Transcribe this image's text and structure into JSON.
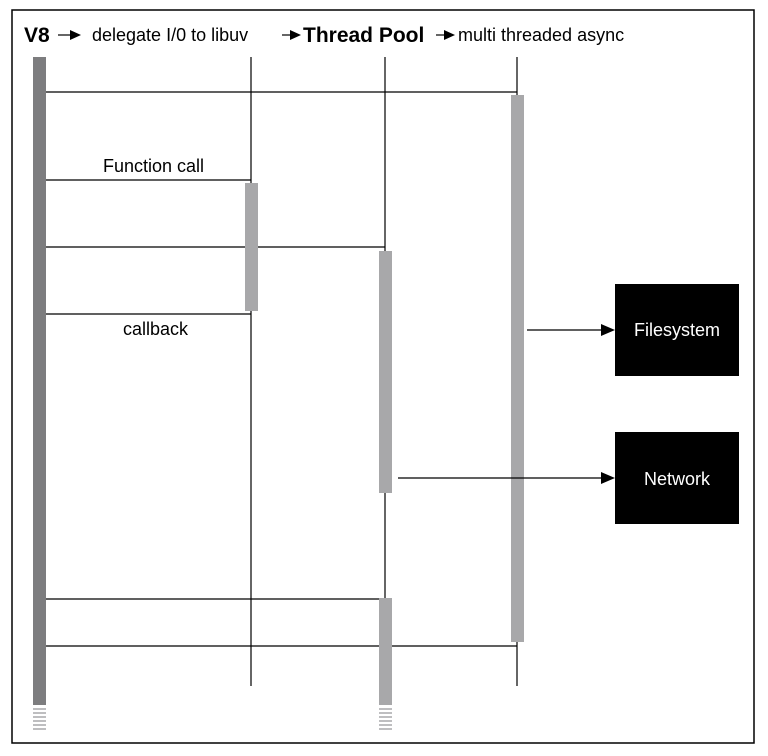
{
  "header": {
    "v8": "V8",
    "delegate": "delegate I/0 to libuv",
    "thread_pool": "Thread Pool",
    "async": "multi threaded async"
  },
  "messages": {
    "function_call": "Function call",
    "callback": "callback"
  },
  "targets": {
    "filesystem": "Filesystem",
    "network": "Network"
  },
  "colors": {
    "main_bar": "#7d7d7f",
    "activation_bar": "#a8a8aa",
    "target_box": "#000000"
  }
}
